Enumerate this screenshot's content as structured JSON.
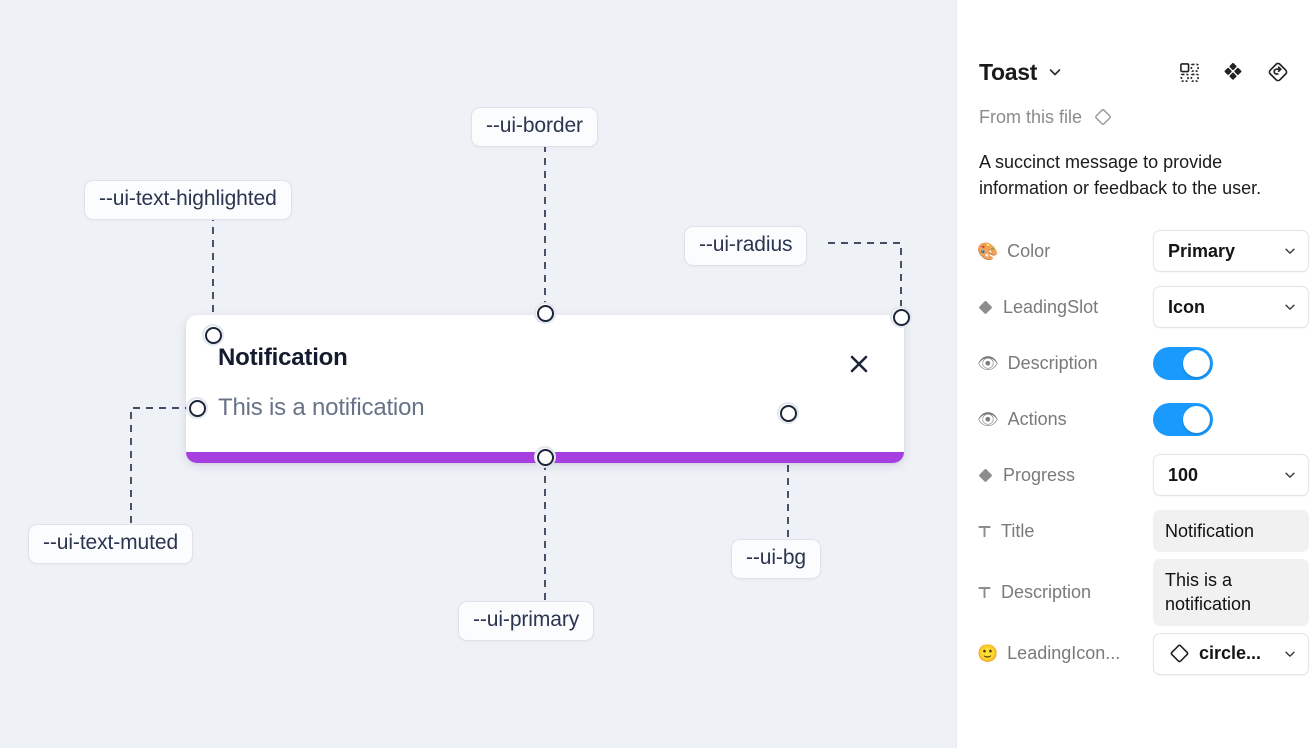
{
  "canvas": {
    "background_color": "#eef1f6",
    "toast": {
      "title": "Notification",
      "description": "This is a notification",
      "close_icon": "close-icon",
      "progress_color": "#a73ee0",
      "background_color": "#ffffff"
    },
    "annotations": [
      {
        "id": "ui-text-highlighted",
        "label": "--ui-text-highlighted"
      },
      {
        "id": "ui-border",
        "label": "--ui-border"
      },
      {
        "id": "ui-radius",
        "label": "--ui-radius"
      },
      {
        "id": "ui-text-muted",
        "label": "--ui-text-muted"
      },
      {
        "id": "ui-primary",
        "label": "--ui-primary"
      },
      {
        "id": "ui-bg",
        "label": "--ui-bg"
      }
    ]
  },
  "panel": {
    "title": "Toast",
    "title_caret_icon": "chevron-down-icon",
    "header_icons": [
      {
        "name": "detach-instance-icon"
      },
      {
        "name": "component-icon"
      },
      {
        "name": "reset-instance-icon"
      }
    ],
    "from_this_file": "From this file",
    "from_this_file_icon": "diamond-icon",
    "description": "A succinct message to provide information or feedback to the user.",
    "properties": [
      {
        "icon": "palette-emoji",
        "label": "Color",
        "control": "select",
        "value": "Primary"
      },
      {
        "icon": "diamond-filled-icon",
        "label": "LeadingSlot",
        "control": "select",
        "value": "Icon"
      },
      {
        "icon": "eye-emoji",
        "label": "Description",
        "control": "toggle",
        "value": "on"
      },
      {
        "icon": "eye-emoji",
        "label": "Actions",
        "control": "toggle",
        "value": "on"
      },
      {
        "icon": "diamond-filled-icon",
        "label": "Progress",
        "control": "select",
        "value": "100"
      },
      {
        "icon": "text-icon",
        "label": "Title",
        "control": "text",
        "value": "Notification"
      },
      {
        "icon": "text-icon",
        "label": "Description",
        "control": "text",
        "value": "This is a notification"
      },
      {
        "icon": "smiley-emoji",
        "label": "LeadingIcon...",
        "control": "select-icon",
        "value": "circle..."
      }
    ],
    "accent_color": "#1a9afd"
  }
}
